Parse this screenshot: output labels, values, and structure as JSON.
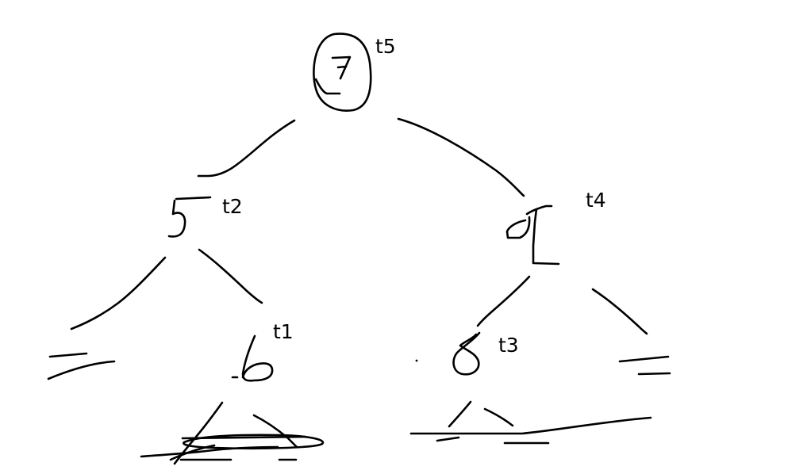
{
  "nodes": [
    {
      "id": "root",
      "value": "7",
      "step": "t5",
      "circled": true
    },
    {
      "id": "left",
      "value": "5",
      "step": "t2",
      "circled": false
    },
    {
      "id": "right",
      "value": "1",
      "step": "t4",
      "circled": false
    },
    {
      "id": "left-right",
      "value": "6",
      "step": "t1",
      "circled": false
    },
    {
      "id": "right-left",
      "value": "8",
      "step": "t3",
      "circled": false
    }
  ],
  "colors": {
    "ink": "#000000",
    "background": "#ffffff"
  }
}
